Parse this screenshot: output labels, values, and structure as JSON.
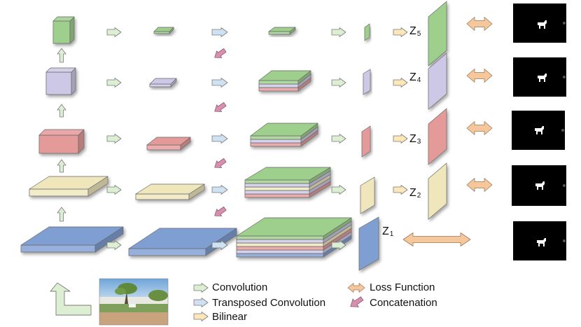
{
  "colors": {
    "level5": "#9fcf8c",
    "level4": "#ccc8e6",
    "level3": "#e59a9a",
    "level2": "#efe6bb",
    "level1": "#7f9fd3",
    "arrow_convolution": "#dcefd2",
    "arrow_transposed": "#cfe2f3",
    "arrow_bilinear": "#fde6b8",
    "arrow_loss": "#f6c79a",
    "arrow_concat": "#d98fb0",
    "mask_bg": "#000000",
    "mask_fg": "#ffffff"
  },
  "side_outputs": {
    "z5": {
      "base": "Z",
      "sub": "5"
    },
    "z4": {
      "base": "Z",
      "sub": "4"
    },
    "z3": {
      "base": "Z",
      "sub": "3"
    },
    "z2": {
      "base": "Z",
      "sub": "2"
    },
    "z1": {
      "base": "Z",
      "sub": "1"
    }
  },
  "legend": {
    "convolution": "Convolution",
    "transposed_convolution": "Transposed Convolution",
    "bilinear": "Bilinear",
    "loss_function": "Loss Function",
    "concatenation": "Concatenation"
  },
  "icons": {
    "convolution": "right-arrow-icon",
    "transposed_convolution": "right-arrow-icon",
    "bilinear": "right-arrow-icon",
    "loss_function": "double-arrow-icon",
    "concatenation": "diagonal-arrow-icon",
    "input": "elbow-arrow-icon"
  }
}
